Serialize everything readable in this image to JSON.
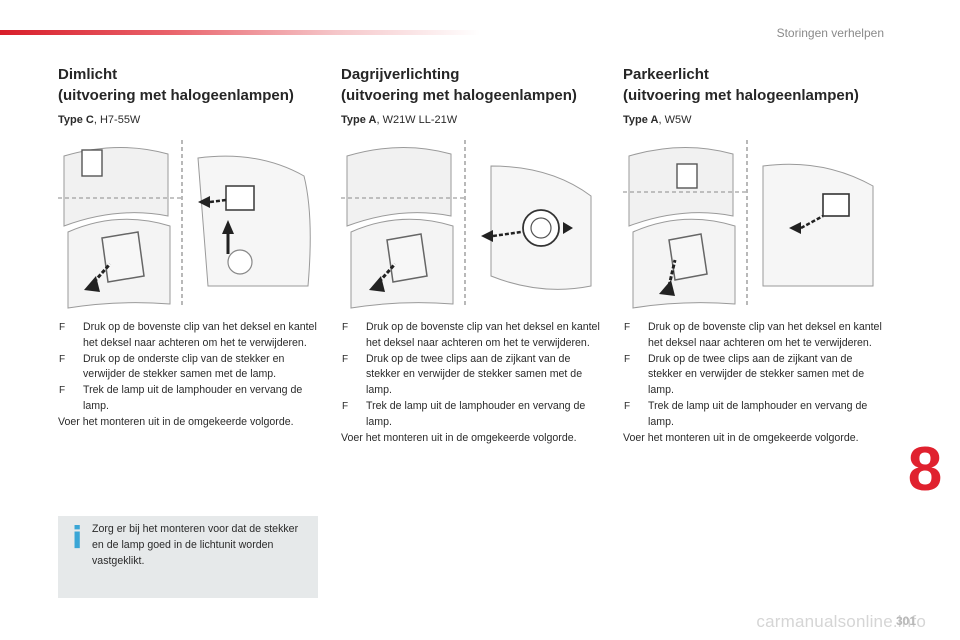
{
  "header": {
    "title": "Storingen verhelpen"
  },
  "sections": [
    {
      "title": "Dimlicht\n(uitvoering met halogeenlampen)",
      "type_label": "Type C",
      "type_value": ", H7-55W",
      "steps": [
        "Druk op de bovenste clip van het deksel en kantel het deksel naar achteren om het te verwijderen.",
        "Druk op de onderste clip van de stekker en verwijder de stekker samen met de lamp.",
        "Trek de lamp uit de lamphouder en vervang de lamp."
      ],
      "closing": "Voer het monteren uit in de omgekeerde volgorde."
    },
    {
      "title": "Dagrijverlichting\n(uitvoering met halogeenlampen)",
      "type_label": "Type A",
      "type_value": ", W21W LL-21W",
      "steps": [
        "Druk op de bovenste clip van het deksel en kantel het deksel naar achteren om het te verwijderen.",
        "Druk op de twee clips aan de zijkant van de stekker en verwijder de stekker samen met de lamp.",
        "Trek de lamp uit de lamphouder en vervang de lamp."
      ],
      "closing": "Voer het monteren uit in de omgekeerde volgorde."
    },
    {
      "title": "Parkeerlicht\n(uitvoering met halogeenlampen)",
      "type_label": "Type A",
      "type_value": ", W5W",
      "steps": [
        "Druk op de bovenste clip van het deksel en kantel het deksel naar achteren om het te verwijderen.",
        "Druk op de twee clips aan de zijkant van de stekker en verwijder de stekker samen met de lamp.",
        "Trek de lamp uit de lamphouder en vervang de lamp."
      ],
      "closing": "Voer het monteren uit in de omgekeerde volgorde."
    }
  ],
  "bullet_glyph": "F",
  "info_box": {
    "icon": "info-icon",
    "icon_glyph": "i",
    "text": "Zorg er bij het monteren voor dat de stekker en de lamp goed in de lichtunit worden vastgeklikt."
  },
  "chapter_number": "8",
  "page_number": "301",
  "watermark": "carmanualsonline.info",
  "colors": {
    "accent_red": "#e0212e",
    "info_blue": "#3aa6d6",
    "info_bg": "#e6e9ea"
  }
}
